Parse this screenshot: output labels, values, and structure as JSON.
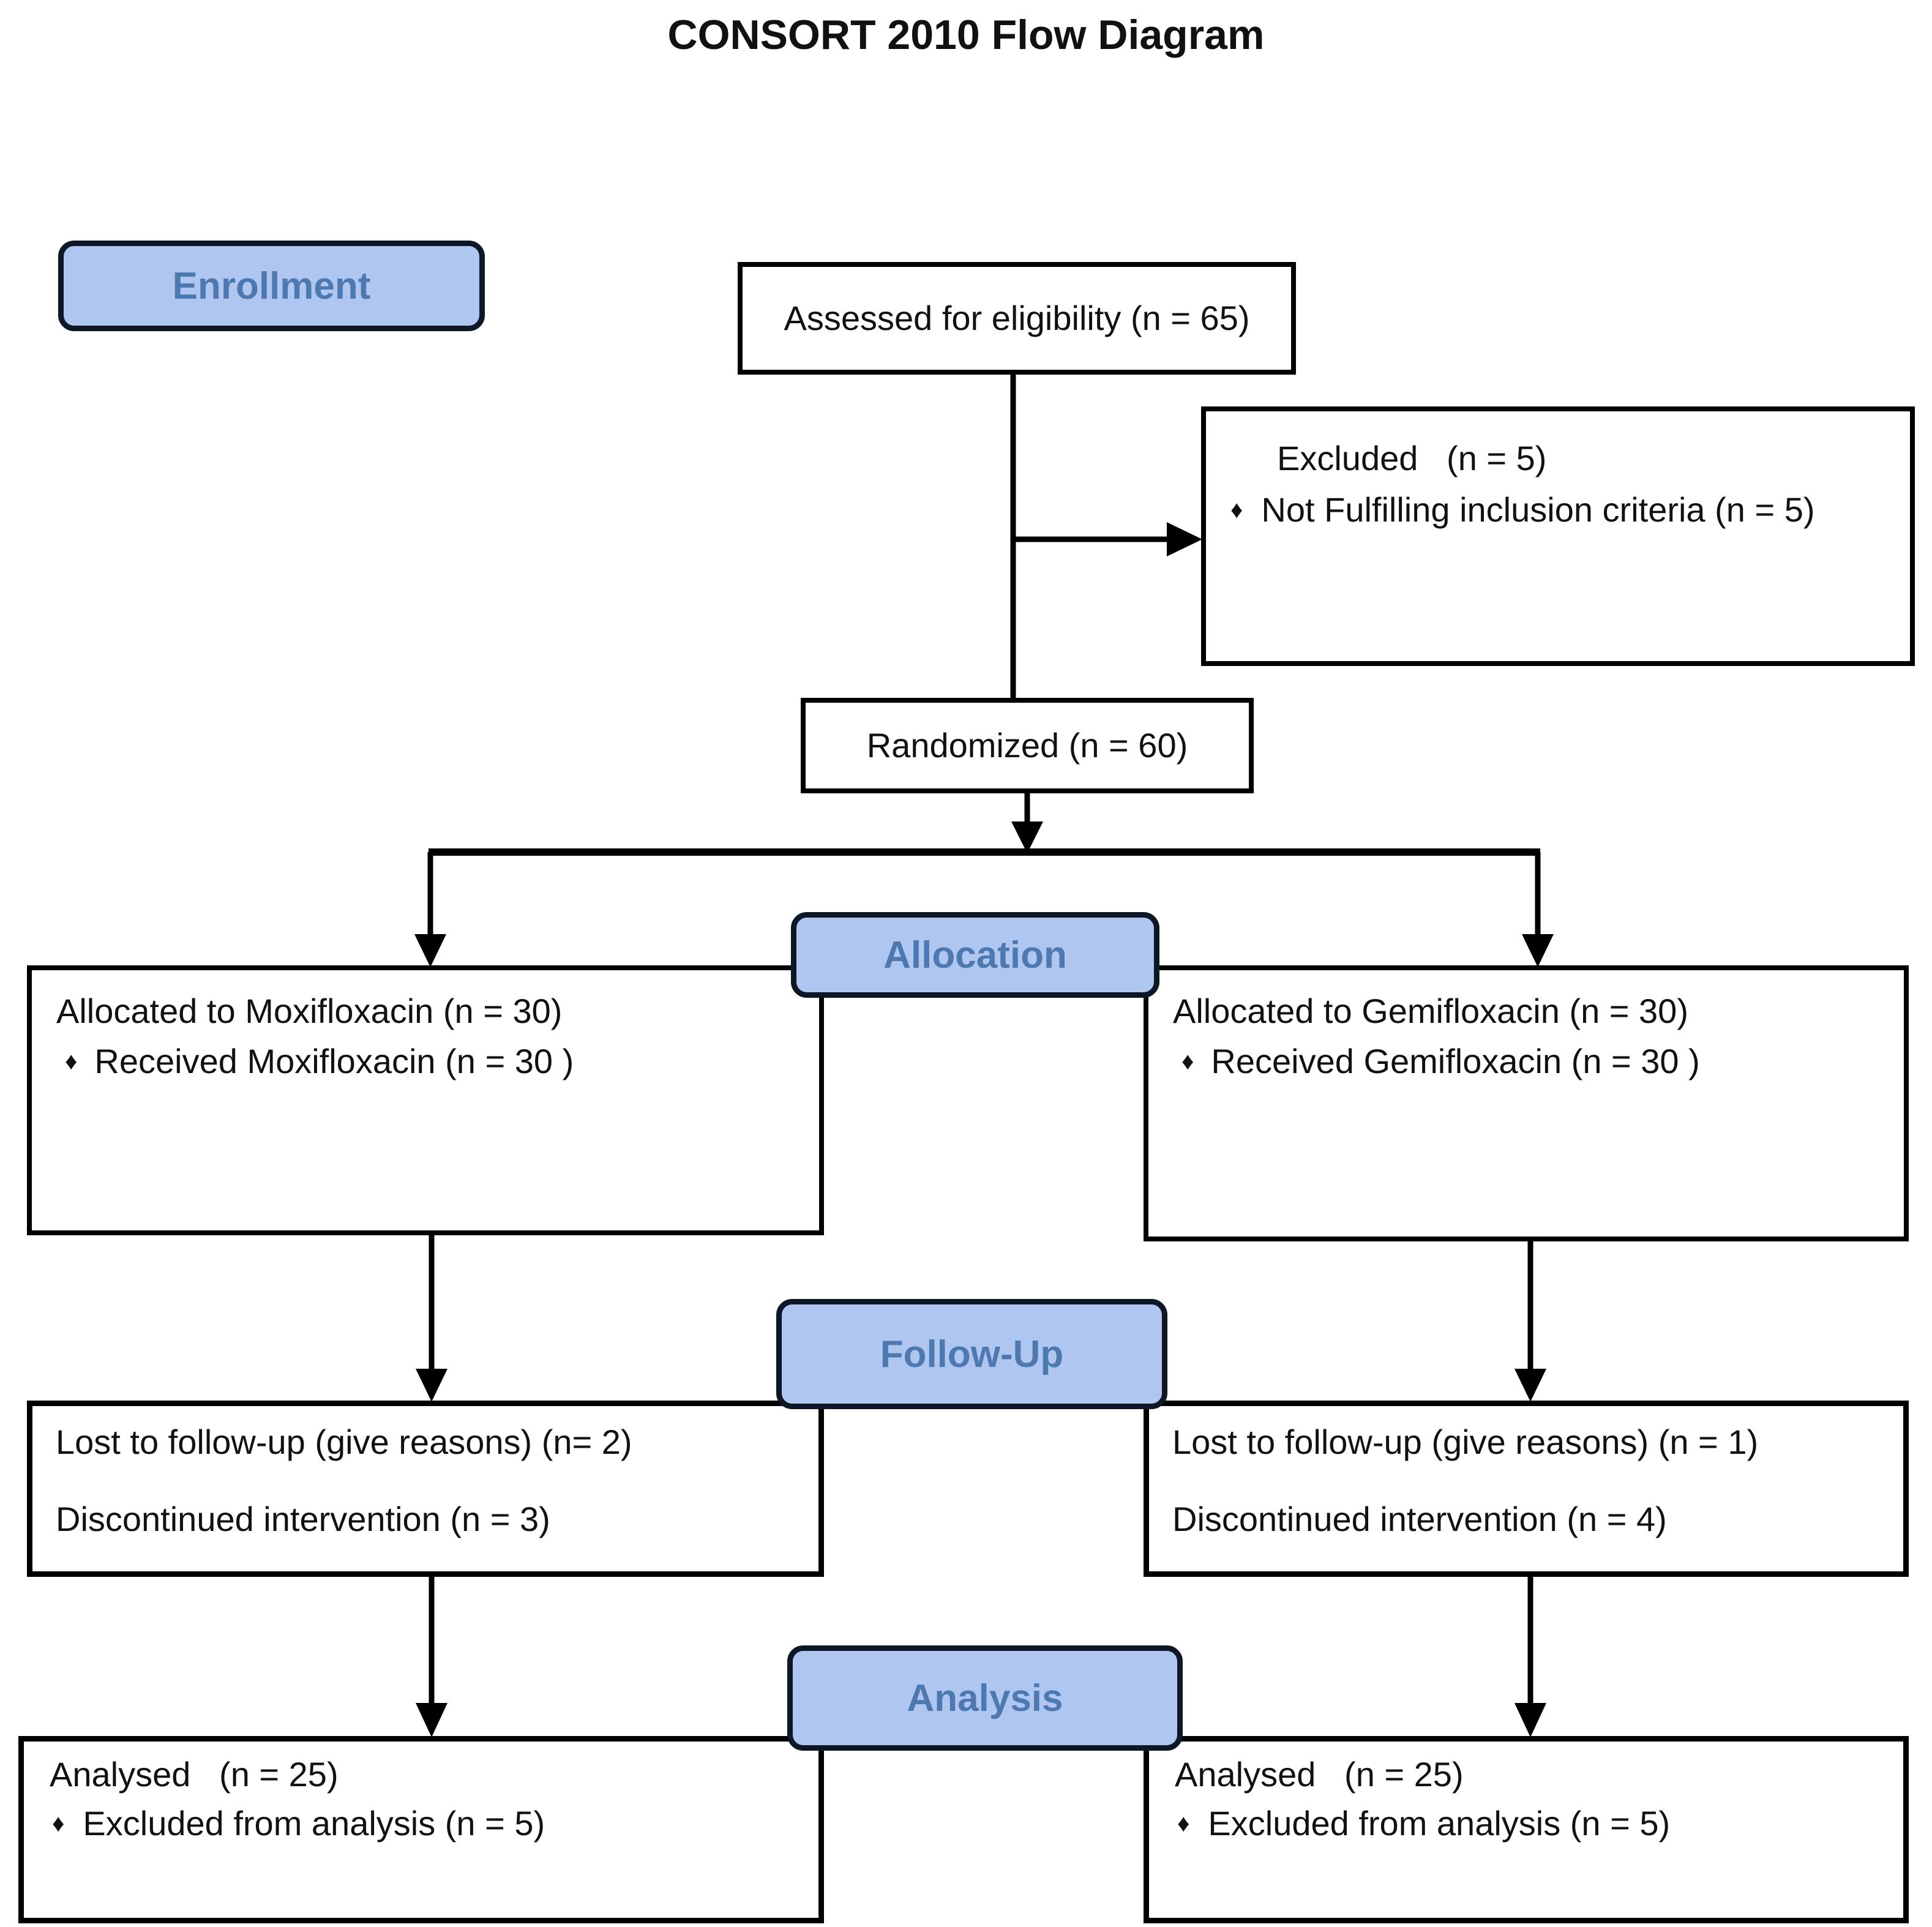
{
  "title": "CONSORT 2010 Flow Diagram",
  "stages": {
    "enrollment": "Enrollment",
    "allocation": "Allocation",
    "followup": "Follow-Up",
    "analysis": "Analysis"
  },
  "glyphs": {
    "bullet": "♦"
  },
  "boxes": {
    "assessed": {
      "text": "Assessed for eligibility (n = 65)"
    },
    "excluded": {
      "line1": "Excluded   (n = 5)",
      "bullet_line": "Not Fulfilling inclusion criteria (n = 5)"
    },
    "randomized": {
      "text": "Randomized (n = 60)"
    },
    "alloc_left": {
      "line1": "Allocated to Moxifloxacin (n = 30)",
      "bullet_line": "Received Moxifloxacin (n = 30 )"
    },
    "alloc_right": {
      "line1": "Allocated to Gemifloxacin (n = 30)",
      "bullet_line": "Received Gemifloxacin (n = 30 )"
    },
    "followup_left": {
      "line1": "Lost to follow-up (give reasons) (n= 2)",
      "line2": "Discontinued intervention (n = 3)"
    },
    "followup_right": {
      "line1": "Lost to follow-up (give reasons) (n = 1)",
      "line2": "Discontinued intervention (n = 4)"
    },
    "analysis_left": {
      "line1": "Analysed   (n = 25)",
      "bullet_line": "Excluded from analysis (n = 5)"
    },
    "analysis_right": {
      "line1": "Analysed   (n = 25)",
      "bullet_line": "Excluded from analysis (n = 5)"
    }
  },
  "colors": {
    "background": "#ffffff",
    "stage_fill": "#aec6f0",
    "stage_border": "#0d1726",
    "stage_text": "#4e79b0",
    "box_border": "#000000",
    "connector": "#000000",
    "title_color": "#111111"
  }
}
